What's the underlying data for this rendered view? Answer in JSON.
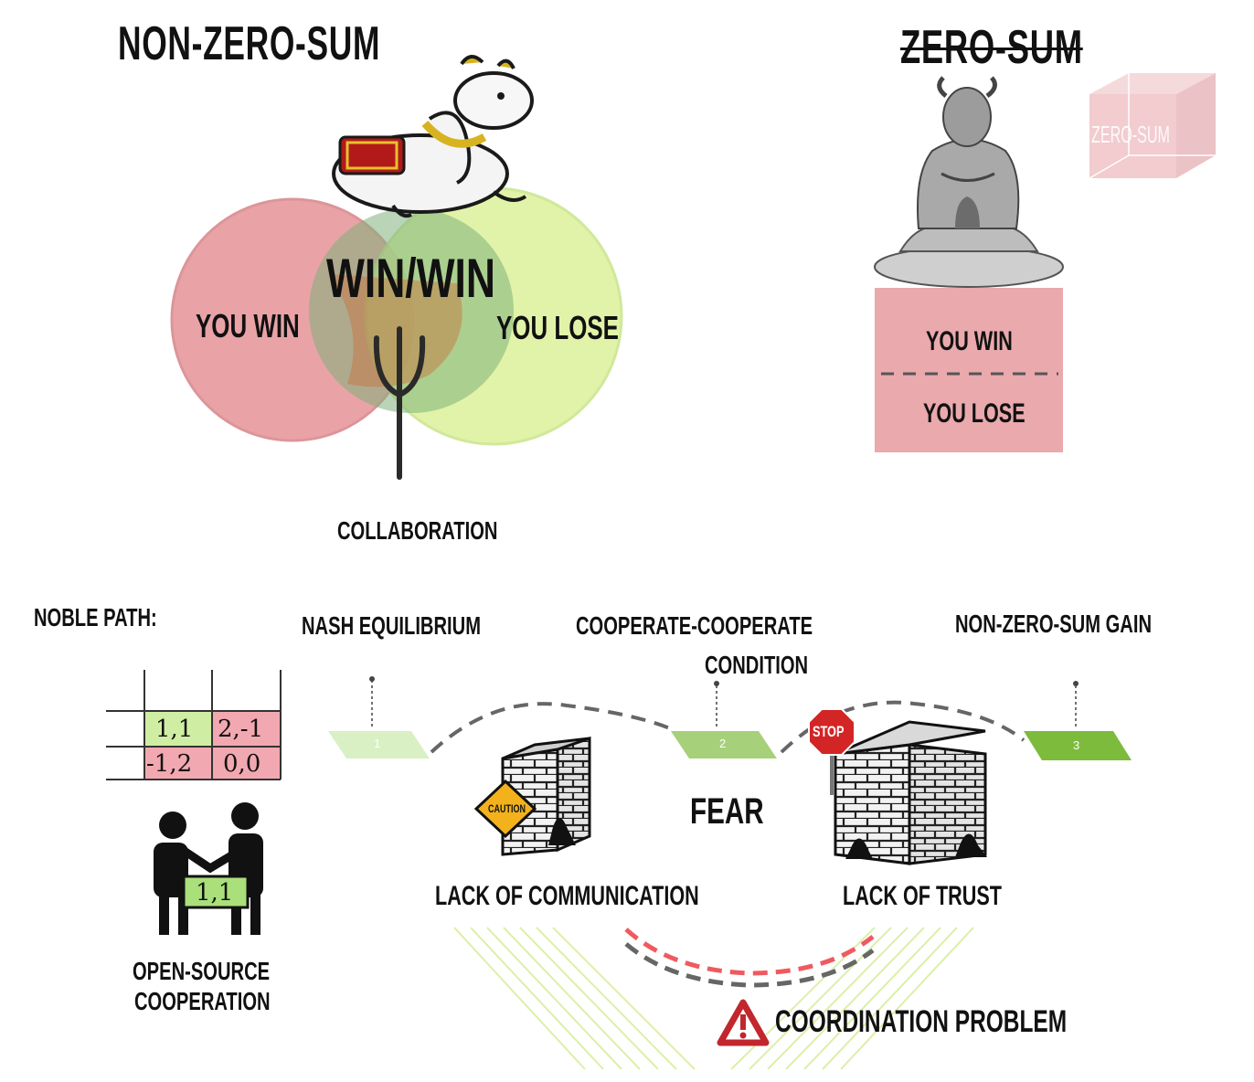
{
  "headings": {
    "non_zero_sum": "NON-ZERO-SUM",
    "zero_sum": "ZERO-SUM"
  },
  "venn": {
    "left_label": "YOU WIN",
    "center_label": "WIN/WIN",
    "right_label": "YOU LOSE",
    "caption": "COLLABORATION",
    "colors": {
      "left": "#e79a9e",
      "right": "#d8ef8e",
      "overlap": "#8fbf86"
    }
  },
  "zero_sum_box": {
    "cube_label": "ZERO-SUM",
    "top_label": "YOU WIN",
    "bottom_label": "YOU LOSE",
    "color": "#e9a9ad"
  },
  "noble_path": {
    "label": "NOBLE PATH:",
    "matrix": [
      [
        "1,1",
        "2,-1"
      ],
      [
        "-1,2",
        "0,0"
      ]
    ],
    "badge": "1,1",
    "caption_line1": "OPEN-SOURCE",
    "caption_line2": "COOPERATION"
  },
  "path": {
    "steps": [
      {
        "number": "1",
        "title": "NASH EQUILIBRIUM"
      },
      {
        "number": "2",
        "title_line1": "COOPERATE-COOPERATE",
        "title_line2": "CONDITION"
      },
      {
        "number": "3",
        "title": "NON-ZERO-SUM GAIN"
      }
    ],
    "obstacle1": {
      "label": "LACK OF COMMUNICATION",
      "sign": "CAUTION"
    },
    "fear_label": "FEAR",
    "obstacle2": {
      "label": "LACK OF TRUST",
      "sign": "STOP"
    },
    "warning": "COORDINATION PROBLEM",
    "colors": {
      "step1": "#d9f0c4",
      "step2": "#a6d07a",
      "step3": "#7cbb3c",
      "warn": "#c1272d"
    }
  }
}
